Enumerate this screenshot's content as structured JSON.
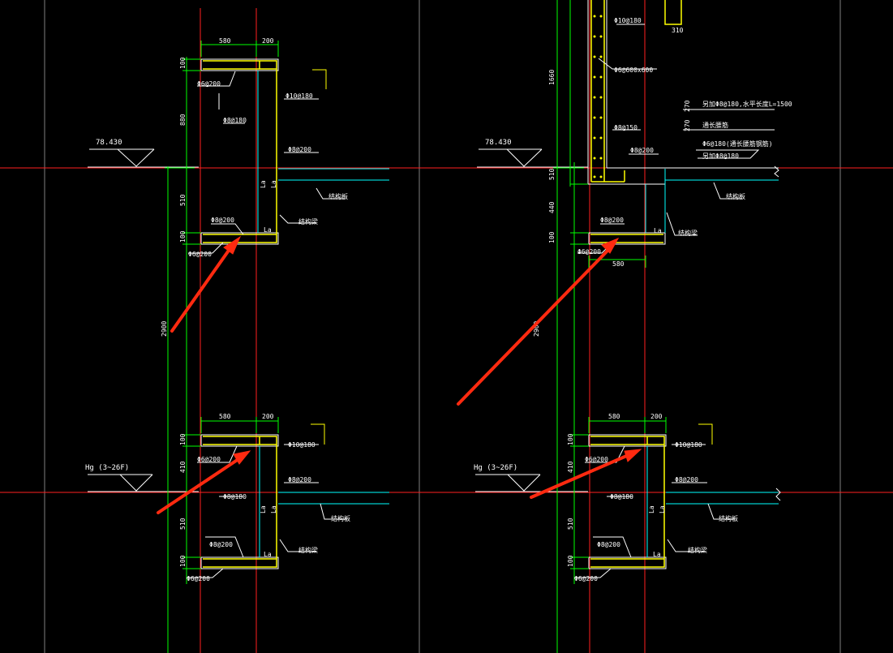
{
  "colors": {
    "background": "#000000",
    "axis_red": "#ff2020",
    "dim_green": "#00ff00",
    "outline_white": "#ffffff",
    "concrete_yellow": "#ffff00",
    "slab_cyan": "#00ffff",
    "arrow_red": "#ff2a10",
    "frame_grey": "#808080"
  },
  "left_panel": {
    "elevation_top": "78.430",
    "elevation_bottom": "Hg (3~26F)",
    "overall_dim": "2900",
    "top": {
      "dim_580": "580",
      "dim_200": "200",
      "dim_100a": "100",
      "dim_880": "880",
      "dim_510": "510",
      "dim_100b": "100",
      "rebar_top": "Φ6@200",
      "rebar_d10": "Φ10@180",
      "rebar_d8a": "Φ8@180",
      "rebar_d8b": "Φ8@200",
      "rebar_d8c": "Φ8@200",
      "rebar_d6b": "Φ6@200",
      "la1": "La",
      "la2": "La",
      "la3": "La",
      "slab_label": "结构板",
      "beam_label": "结构梁"
    },
    "bottom": {
      "dim_580": "580",
      "dim_200": "200",
      "dim_100a": "100",
      "dim_410": "410",
      "dim_510": "510",
      "dim_100b": "100",
      "rebar_top": "Φ6@200",
      "rebar_d10": "Φ10@180",
      "rebar_d8a": "Φ8@180",
      "rebar_d8b": "Φ8@200",
      "rebar_d8c": "Φ8@200",
      "rebar_d6b": "Φ6@200",
      "la1": "La",
      "la2": "La",
      "la3": "La",
      "slab_label": "结构板",
      "beam_label": "结构梁"
    }
  },
  "right_panel": {
    "elevation_top": "78.430",
    "elevation_bottom": "Hg (3~26F)",
    "overall_dim": "2900",
    "top": {
      "dim_1660": "1660",
      "dim_310": "310",
      "dim_270a": "270",
      "dim_270b": "270",
      "dim_510": "510",
      "dim_440": "440",
      "dim_100": "100",
      "dim_580": "580",
      "rebar_d10": "Φ10@180",
      "rebar_tie": "Φ6@600x600",
      "rebar_d8_150": "Φ8@150",
      "rebar_d8_200": "Φ8@200",
      "rebar_d8a": "Φ8@200",
      "rebar_d6b": "Φ6@200",
      "note1": "另加Φ8@180,水平长度L=1500",
      "note2": "通长腰筋",
      "note3": "Φ6@180(通长腰筋钢筋)",
      "note4": "另加Φ8@180",
      "la1": "La",
      "slab_label": "结构板",
      "beam_label": "结构梁"
    },
    "bottom": {
      "dim_580": "580",
      "dim_200": "200",
      "dim_100a": "100",
      "dim_410": "410",
      "dim_510": "510",
      "dim_100b": "100",
      "rebar_top": "Φ6@200",
      "rebar_d10": "Φ10@180",
      "rebar_d8a": "Φ8@180",
      "rebar_d8b": "Φ8@200",
      "rebar_d8c": "Φ8@200",
      "rebar_d6b": "Φ6@200",
      "la1": "La",
      "la2": "La",
      "la3": "La",
      "slab_label": "结构板",
      "beam_label": "结构梁"
    }
  }
}
